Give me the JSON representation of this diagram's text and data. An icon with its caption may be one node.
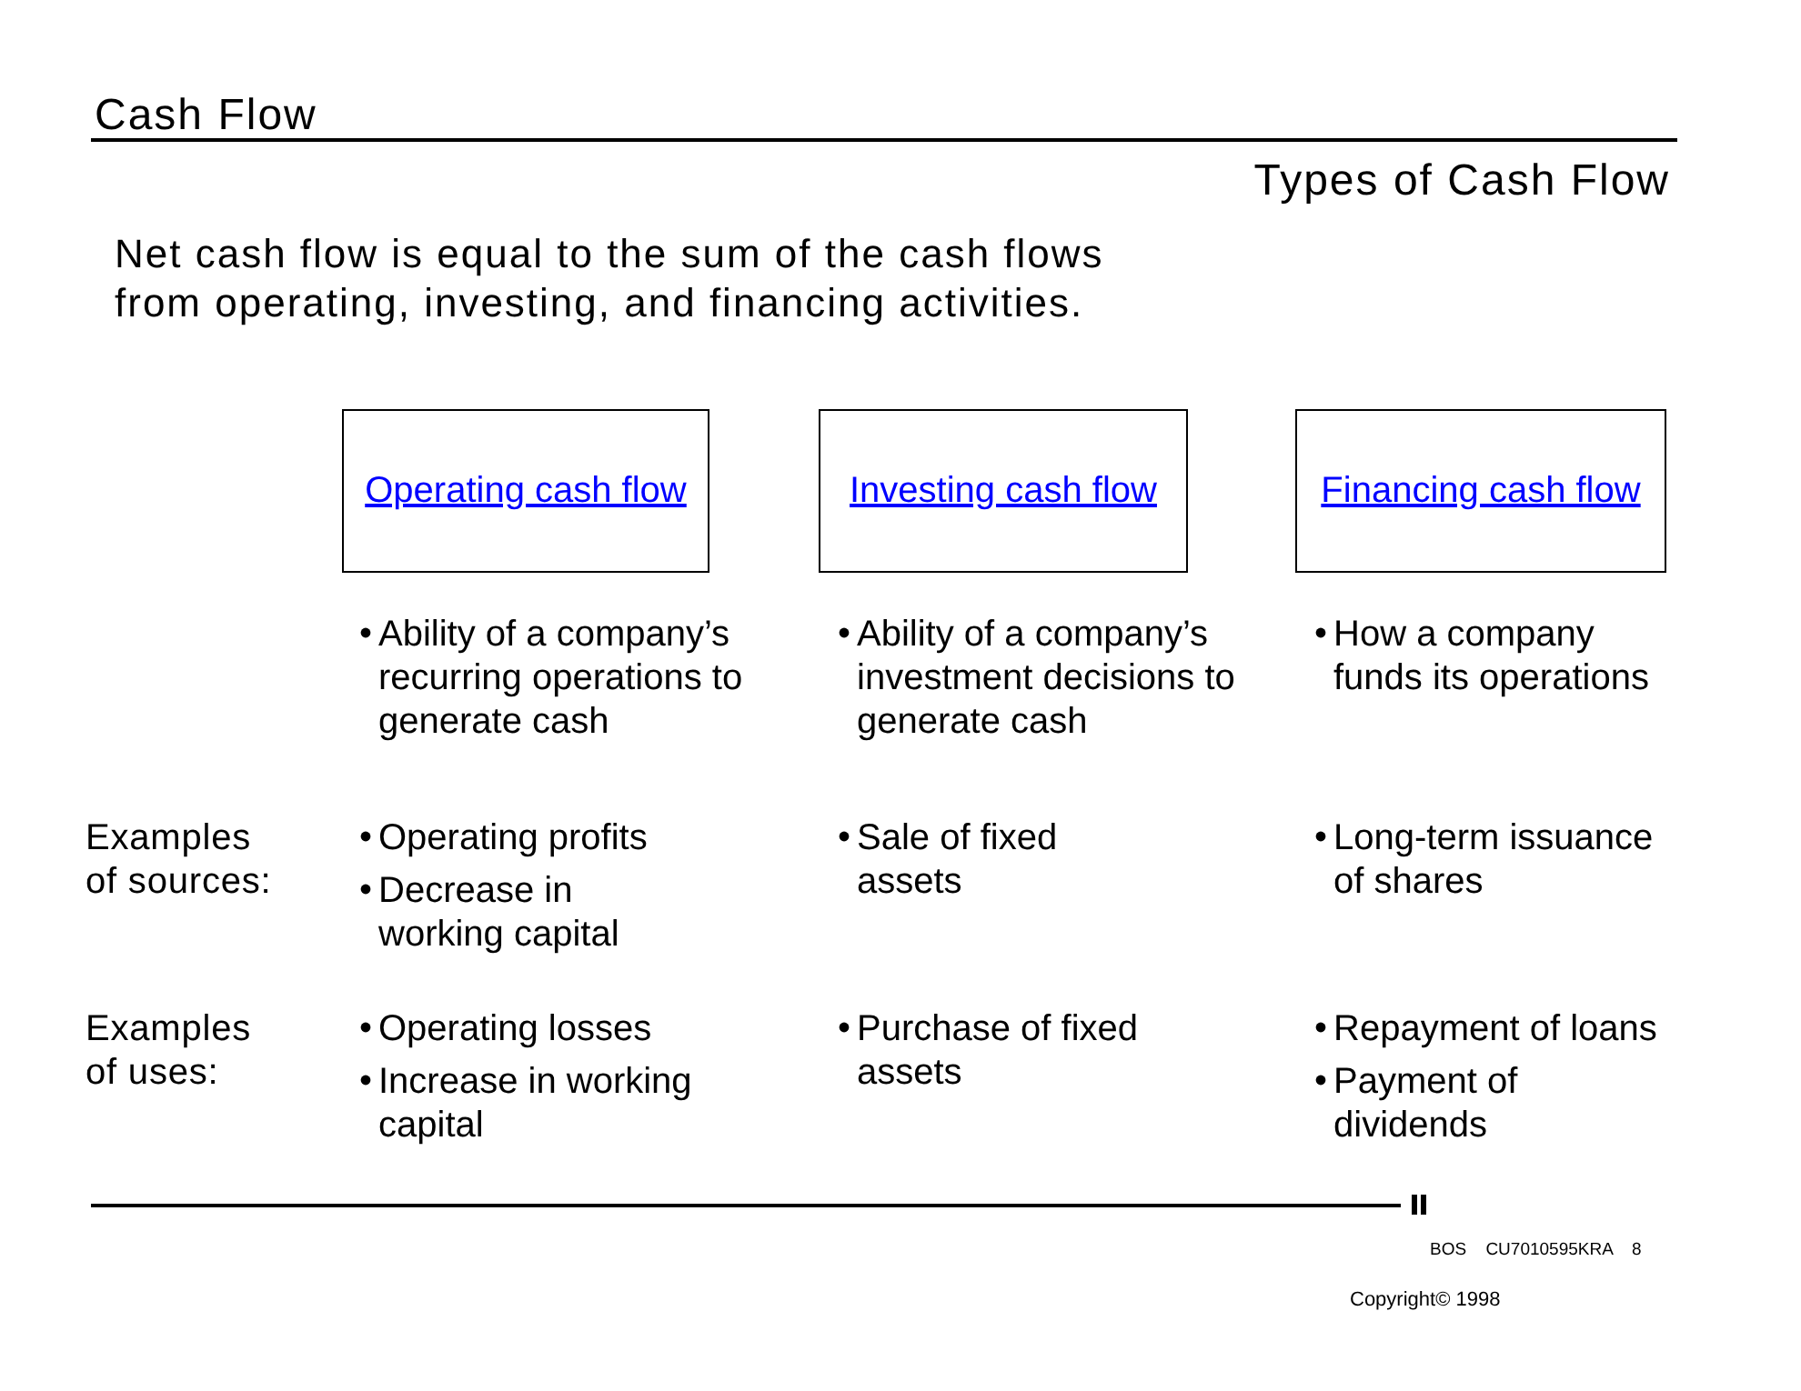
{
  "diagram": {
    "title": "Cash Flow",
    "nodes": [
      {
        "text": [
          "Operating cash flow"
        ],
        "beside": [
          "Ability of a company’s recurring operations to generate cash"
        ]
      },
      {
        "text": [
          "Investing cash flow"
        ],
        "beside": [
          "Ability of a company’s investment decisions to generate cash"
        ]
      },
      {
        "text": [
          "Financing cash flow"
        ],
        "beside": [
          "How a company funds its operations"
        ]
      }
    ],
    "labels": [
      "Types of Cash Flow",
      "Net cash flow is equal to the sum of the cash flows from operating, investing, and financing activities.",
      "Examples of sources:",
      "Operating profits",
      "Decrease in working capital",
      "Sale of fixed assets",
      "Long-term issuance of shares",
      "Examples of uses:",
      "Operating losses",
      "Increase in working capital",
      "Purchase of fixed assets",
      "Repayment of loans",
      "Payment of dividends",
      "BOS CU7010595KRA 8",
      "Copyright© 1998"
    ]
  }
}
